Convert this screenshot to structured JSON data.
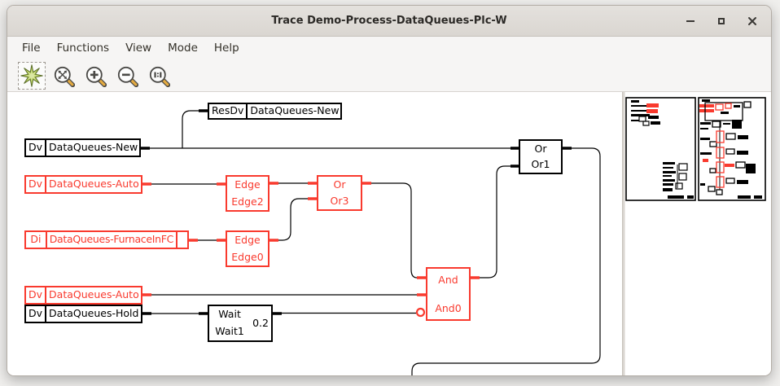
{
  "window": {
    "title": "Trace Demo-Process-DataQueues-Plc-W",
    "controls": [
      {
        "name": "minimize"
      },
      {
        "name": "maximize"
      },
      {
        "name": "close"
      }
    ]
  },
  "menu_bar": {
    "items": [
      "File",
      "Functions",
      "View",
      "Mode",
      "Help"
    ]
  },
  "toolbar": {
    "tools": [
      {
        "name": "select-star-tool",
        "selected": true
      },
      {
        "name": "zoom-fit-tool",
        "selected": false
      },
      {
        "name": "zoom-in-tool",
        "selected": false
      },
      {
        "name": "zoom-out-tool",
        "selected": false
      },
      {
        "name": "zoom-actual-size-tool",
        "selected": false
      }
    ]
  },
  "colors": {
    "accent_red": "#f93a2e",
    "block_black": "#000000",
    "canvas_bg": "#ffffff",
    "chrome_bg": "#f6f5f4",
    "titlebar_bg": "#dedad5"
  },
  "diagram": {
    "blocks": {
      "resdv_new": {
        "cells": [
          "ResDv",
          "DataQueues-New"
        ],
        "color": "black"
      },
      "dv_new": {
        "cells": [
          "Dv",
          "DataQueues-New"
        ],
        "color": "black"
      },
      "dv_auto1": {
        "cells": [
          "Dv",
          "DataQueues-Auto"
        ],
        "color": "red"
      },
      "edge2": {
        "lines": [
          "Edge",
          "Edge2"
        ],
        "color": "red"
      },
      "or3": {
        "lines": [
          "Or",
          "Or3"
        ],
        "color": "red"
      },
      "di_furnace": {
        "cells": [
          "Di",
          "DataQueues-FurnaceInFC",
          ""
        ],
        "color": "red"
      },
      "edge0": {
        "lines": [
          "Edge",
          "Edge0"
        ],
        "color": "red"
      },
      "and0": {
        "lines": [
          "And",
          "And0"
        ],
        "color": "red",
        "inverted_input": true
      },
      "dv_auto2": {
        "cells": [
          "Dv",
          "DataQueues-Auto"
        ],
        "color": "red"
      },
      "dv_hold": {
        "cells": [
          "Dv",
          "DataQueues-Hold"
        ],
        "color": "black"
      },
      "wait1": {
        "lines": [
          "Wait",
          "Wait1"
        ],
        "value": "0.2",
        "color": "black"
      },
      "or1": {
        "lines": [
          "Or",
          "Or1"
        ],
        "color": "black"
      }
    }
  },
  "minimap": {
    "panels": 2,
    "description": "overview-thumbnail-of-full-trace-diagram"
  }
}
